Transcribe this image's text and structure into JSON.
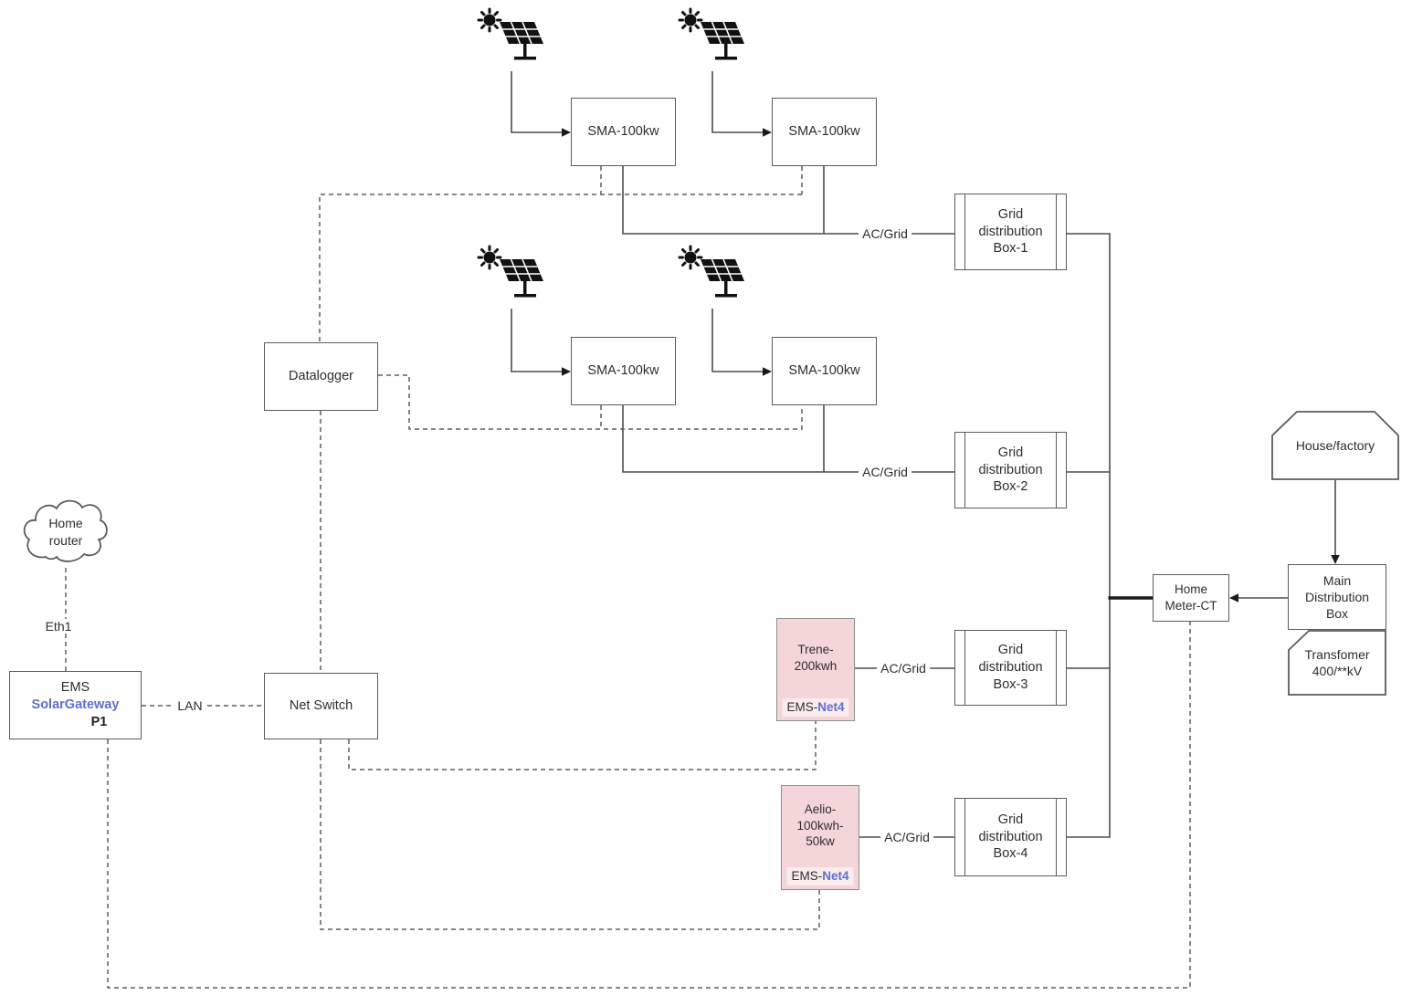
{
  "colors": {
    "accent_blue": "#5e6fd2",
    "pink_fill": "#f4d6d8",
    "line_gray": "#4d4d4d",
    "border_gray": "#5b5b5b"
  },
  "labels": {
    "ac_grid_1": "AC/Grid",
    "ac_grid_2": "AC/Grid",
    "ac_grid_3": "AC/Grid",
    "ac_grid_4": "AC/Grid",
    "eth1": "Eth1",
    "lan": "LAN"
  },
  "nodes": {
    "sma_1": "SMA-100kw",
    "sma_2": "SMA-100kw",
    "sma_3": "SMA-100kw",
    "sma_4": "SMA-100kw",
    "grid_box_1": "Grid\ndistribution\nBox-1",
    "grid_box_2": "Grid\ndistribution\nBox-2",
    "grid_box_3": "Grid\ndistribution\nBox-3",
    "grid_box_4": "Grid\ndistribution\nBox-4",
    "datalogger": "Datalogger",
    "net_switch": "Net Switch",
    "home_router": "Home\nrouter",
    "ems": {
      "line1": "EMS",
      "line2": "SolarGateway",
      "line3": "P1"
    },
    "trene": {
      "label": "Trene-\n200kwh",
      "ems_prefix": "EMS-",
      "ems_net": "Net4"
    },
    "aelio": {
      "label": "Aelio-\n100kwh-\n50kw",
      "ems_prefix": "EMS-",
      "ems_net": "Net4"
    },
    "home_meter": "Home\nMeter-CT",
    "main_distribution": "Main\nDistribution\nBox",
    "transformer": "Transfomer\n400/**kV",
    "house_factory": "House/factory"
  },
  "icons": {
    "solar_panel": "solar-panel-icon",
    "cloud": "cloud-icon"
  }
}
